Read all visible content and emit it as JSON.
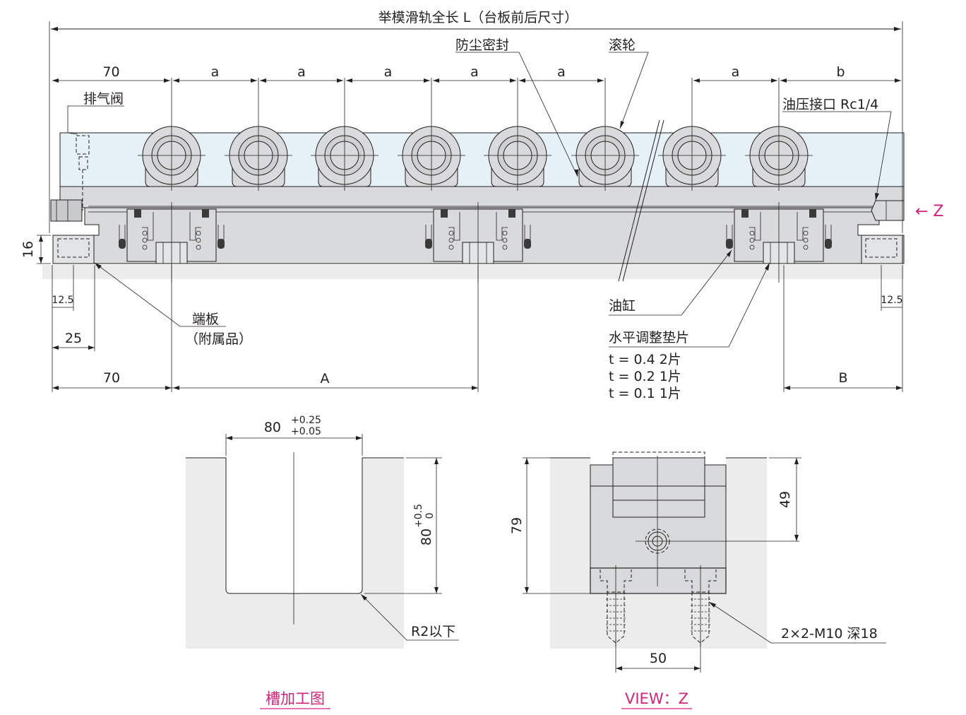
{
  "main_view": {
    "total_length_label": "举模滑轨全长 L（台板前后尺寸）",
    "pitch_dims": [
      "70",
      "a",
      "a",
      "a",
      "a",
      "a",
      "a",
      "b"
    ],
    "callouts": {
      "exhaust_valve": "排气阀",
      "dust_seal": "防尘密封",
      "roller": "滚轮",
      "hydraulic_port": "油压接口 Rc1/4",
      "cylinder": "油缸",
      "shim_title": "水平调整垫片",
      "shim_lines": [
        "t = 0.4  2片",
        "t = 0.2  1片",
        "t = 0.1  1片"
      ],
      "end_plate_line1": "端板",
      "end_plate_line2": "（附属品）"
    },
    "dims": {
      "height_16": "16",
      "left_12_5": "12.5",
      "right_12_5": "12.5",
      "dim_25": "25",
      "bottom_70": "70",
      "dim_A": "A",
      "dim_B": "B"
    },
    "view_arrow": "← Z",
    "colors": {
      "rail_fill": "#d9dadb",
      "roller_band": "#e5f1f7",
      "ground": "#ececec",
      "caption": "#d2237a"
    }
  },
  "groove_view": {
    "width_nominal": "80",
    "width_tol_upper": "+0.25",
    "width_tol_lower": "+0.05",
    "depth_nominal": "80",
    "depth_tol_upper": "+0.5",
    "depth_tol_lower": "0",
    "radius_note": "R2以下",
    "caption": "槽加工图"
  },
  "view_z": {
    "height_79": "79",
    "height_49": "49",
    "width_50": "50",
    "bolt_note": "2×2-M10 深18",
    "caption": "VIEW：Z"
  }
}
